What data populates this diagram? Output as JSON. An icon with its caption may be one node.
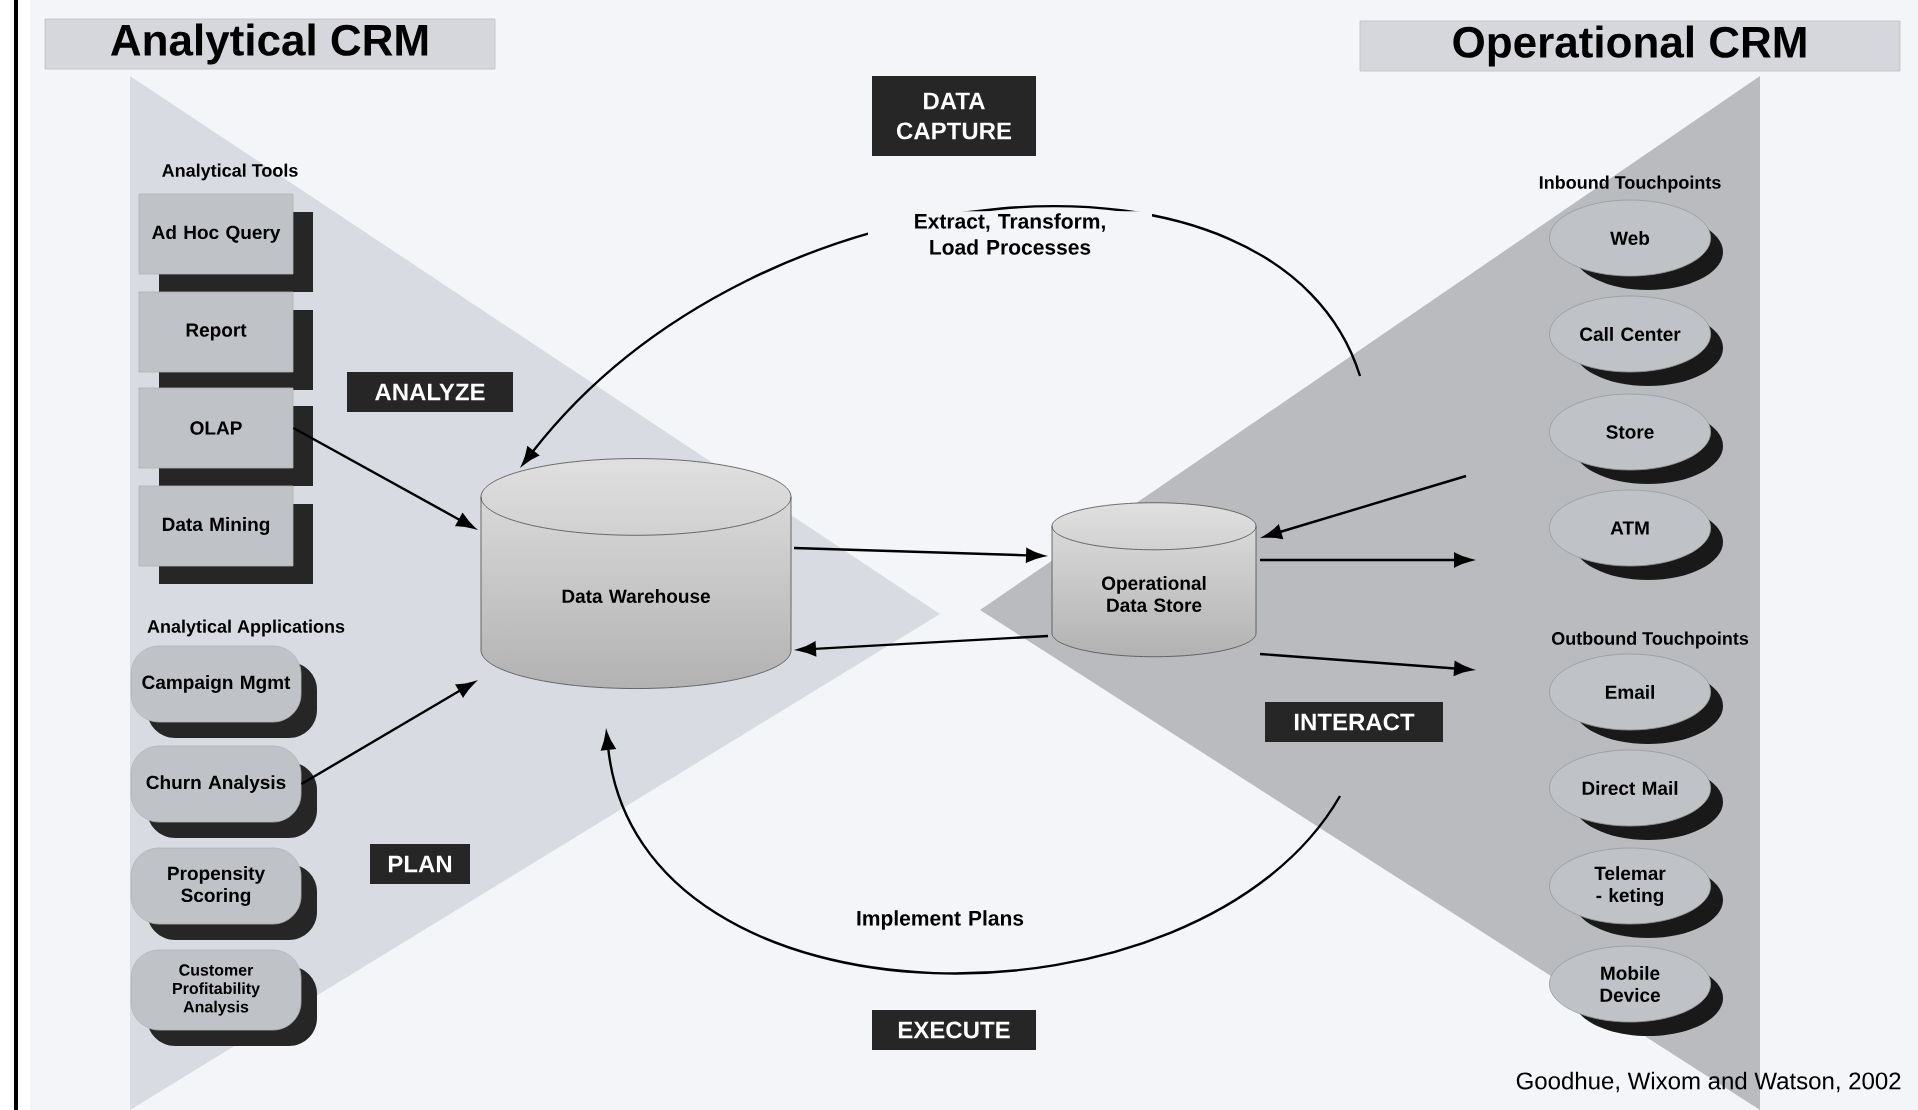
{
  "diagram": {
    "caption": "Goodhue, Wixom and Watson, 2002",
    "nodes": [
      {
        "text": [
          "Analytical CRM"
        ]
      },
      {
        "text": [
          "Ad Hoc Query"
        ],
        "in": 0
      },
      {
        "text": [
          "Report"
        ],
        "in": 0
      },
      {
        "text": [
          "OLAP"
        ],
        "in": 0
      },
      {
        "text": [
          "Data Mining"
        ],
        "in": 0
      },
      {
        "text": [
          "Campaign Mgmt"
        ],
        "in": 0
      },
      {
        "text": [
          "Churn Analysis"
        ],
        "in": 0
      },
      {
        "text": [
          "Propensity Scoring"
        ],
        "in": 0
      },
      {
        "text": [
          "Customer Profitability Analysis"
        ],
        "in": 0
      },
      {
        "text": [
          "Data Warehouse"
        ],
        "in": 0
      },
      {
        "text": [
          "DATA CAPTURE"
        ]
      },
      {
        "text": [
          "ANALYZE"
        ],
        "in": 0
      },
      {
        "text": [
          "PLAN"
        ],
        "in": 0
      },
      {
        "text": [
          "EXECUTE"
        ]
      },
      {
        "text": [
          "Operational CRM"
        ]
      },
      {
        "text": [
          "Operational Data Store"
        ],
        "in": 14
      },
      {
        "text": [
          "INTERACT"
        ],
        "in": 14
      },
      {
        "text": [
          "Web"
        ],
        "in": 14
      },
      {
        "text": [
          "Call Center"
        ],
        "in": 14
      },
      {
        "text": [
          "Store"
        ],
        "in": 14
      },
      {
        "text": [
          "ATM"
        ],
        "in": 14
      },
      {
        "text": [
          "Email"
        ],
        "in": 14
      },
      {
        "text": [
          "Direct Mail"
        ],
        "in": 14
      },
      {
        "text": [
          "Telemar - keting"
        ],
        "in": 14
      },
      {
        "text": [
          "Mobile Device"
        ],
        "in": 14
      }
    ],
    "edges": [
      {
        "from": 3,
        "to": 9,
        "arrow": "to"
      },
      {
        "from": 6,
        "to": 9,
        "arrow": "to"
      },
      {
        "from": 14,
        "to": 9,
        "arrow": "to",
        "label": "Extract, Transform, Load Processes"
      },
      {
        "from": 14,
        "to": 9,
        "arrow": "to",
        "label": "Implement Plans"
      },
      {
        "from": 9,
        "to": 15,
        "arrow": "to"
      },
      {
        "from": 15,
        "to": 9,
        "arrow": "to"
      },
      {
        "from": null,
        "to": 15,
        "arrow": "to"
      },
      {
        "from": 15,
        "to": null,
        "arrow": "to"
      },
      {
        "from": 15,
        "to": null,
        "arrow": "to"
      }
    ],
    "labels": [
      "Analytical Tools",
      "Analytical Applications",
      "Inbound Touchpoints",
      "Outbound Touchpoints"
    ]
  }
}
